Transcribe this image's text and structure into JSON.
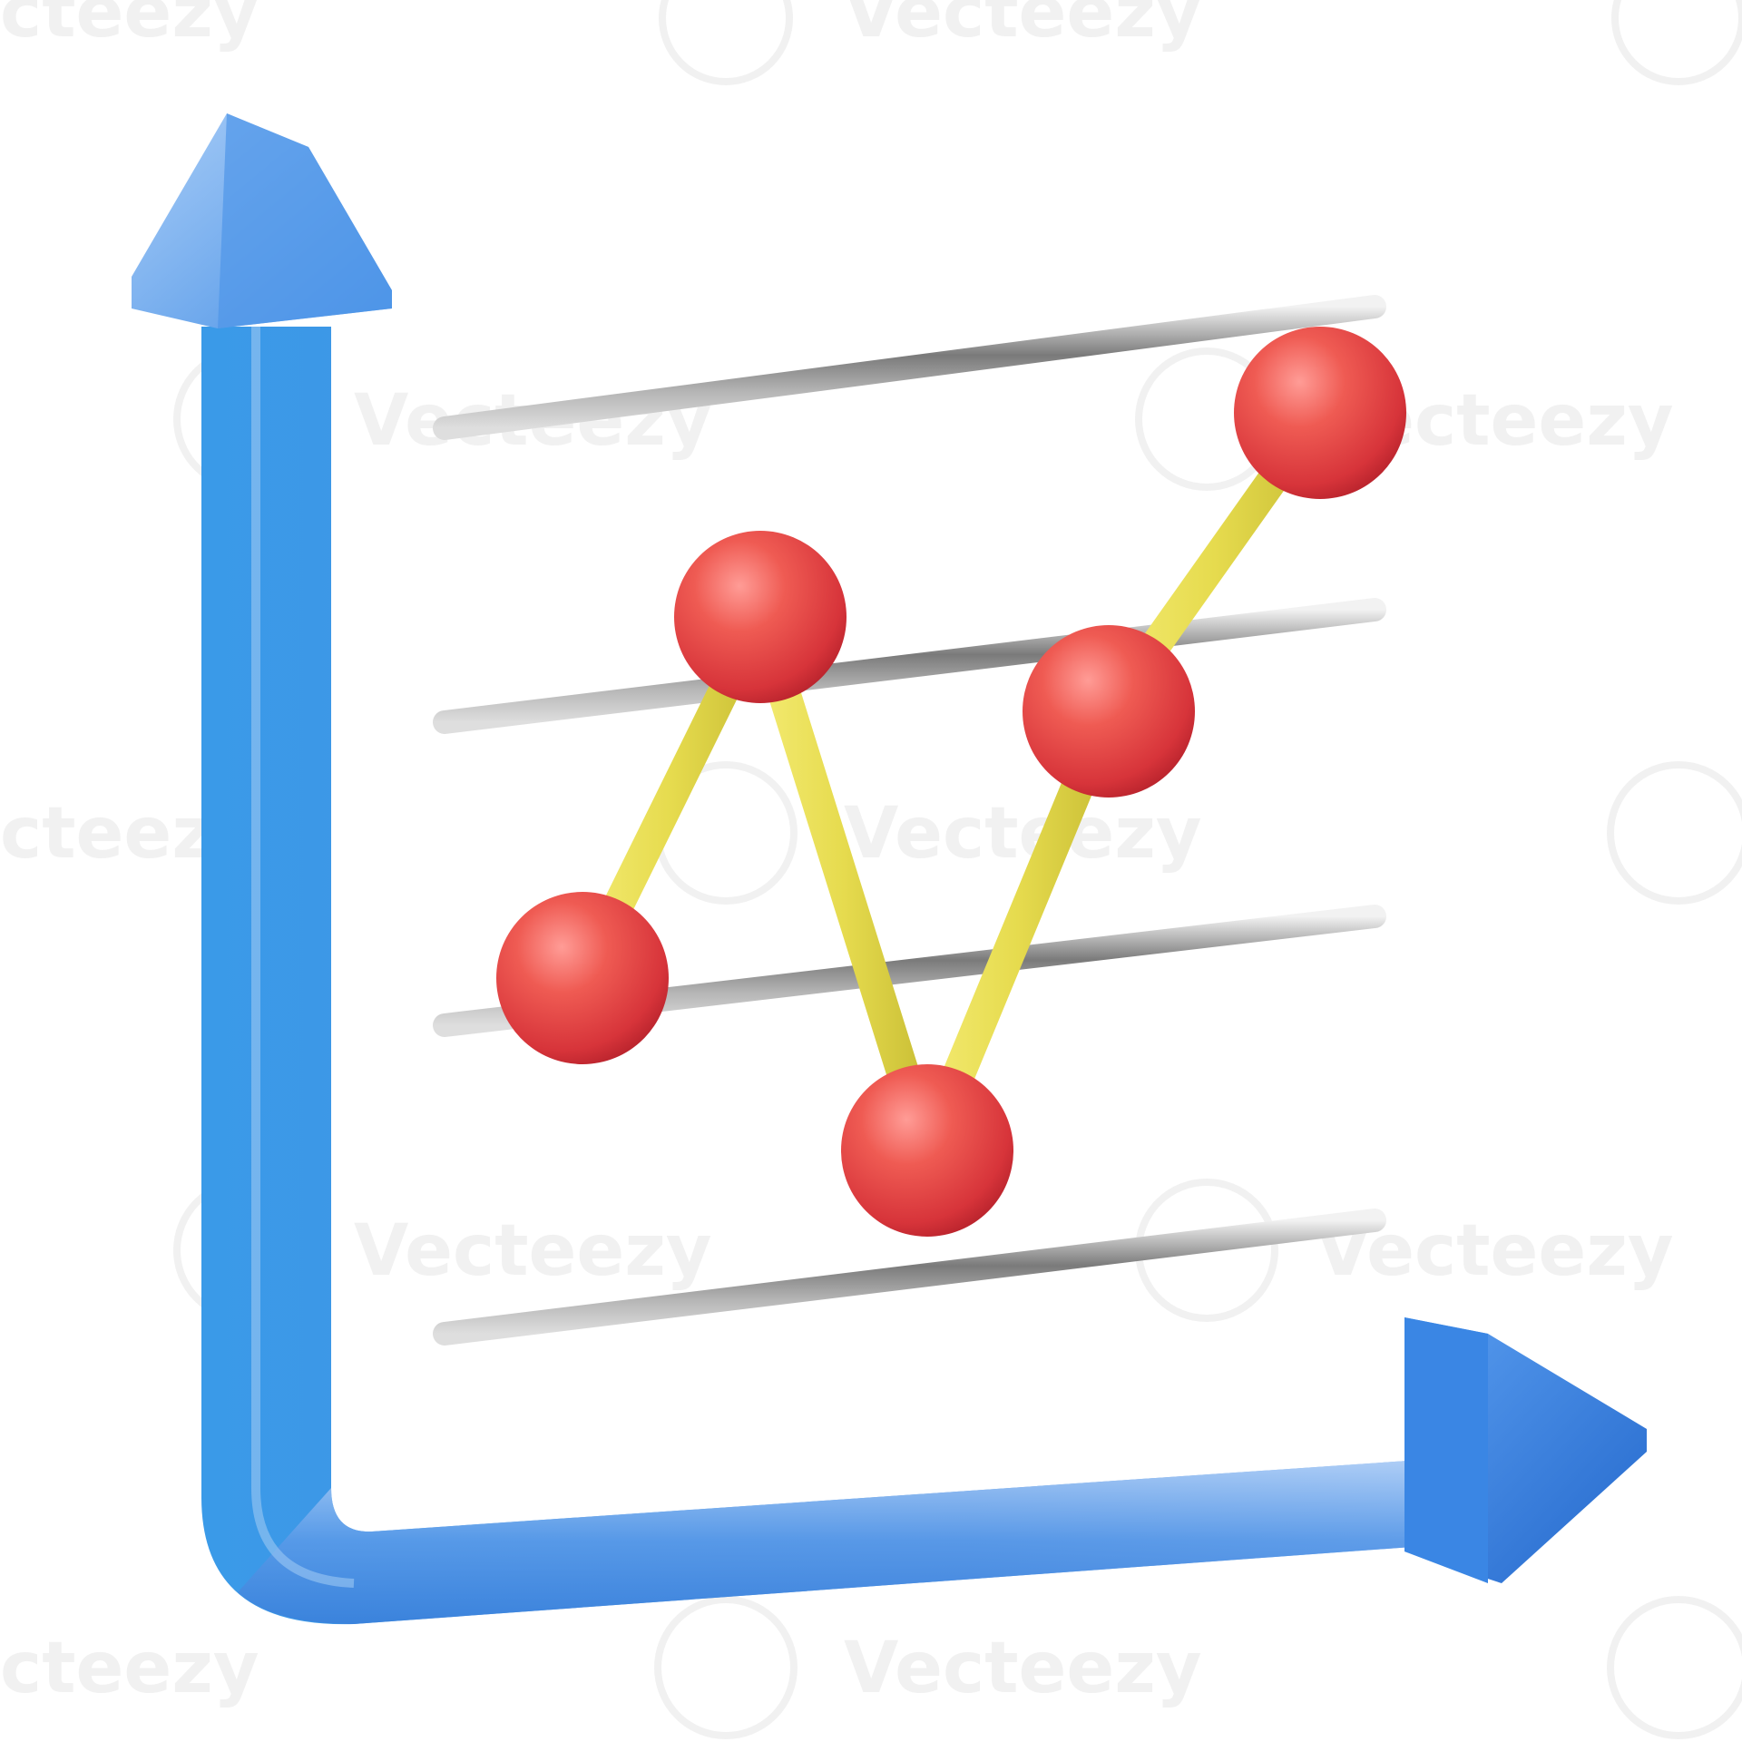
{
  "illustration": {
    "subject": "line-chart-icon",
    "colors": {
      "axis": "#3f8fe6",
      "axis_light": "#8fc0f4",
      "axis_dark": "#2a6fd0",
      "gridline": "#9a9a9a",
      "connector": "#e9de55",
      "node": "#e8463f",
      "node_highlight": "#ff9a94",
      "node_shadow": "#b3202a"
    },
    "nodes": [
      {
        "name": "node-1",
        "level": 0.28
      },
      {
        "name": "node-2",
        "level": 0.78
      },
      {
        "name": "node-3",
        "level": 0.07
      },
      {
        "name": "node-4",
        "level": 0.67
      },
      {
        "name": "node-5",
        "level": 1.0
      }
    ],
    "gridlines": 4
  },
  "watermark": {
    "brand": "Vecteezy",
    "partial_left": "cteezy",
    "icon_name": "vecteezy-logo-icon"
  }
}
